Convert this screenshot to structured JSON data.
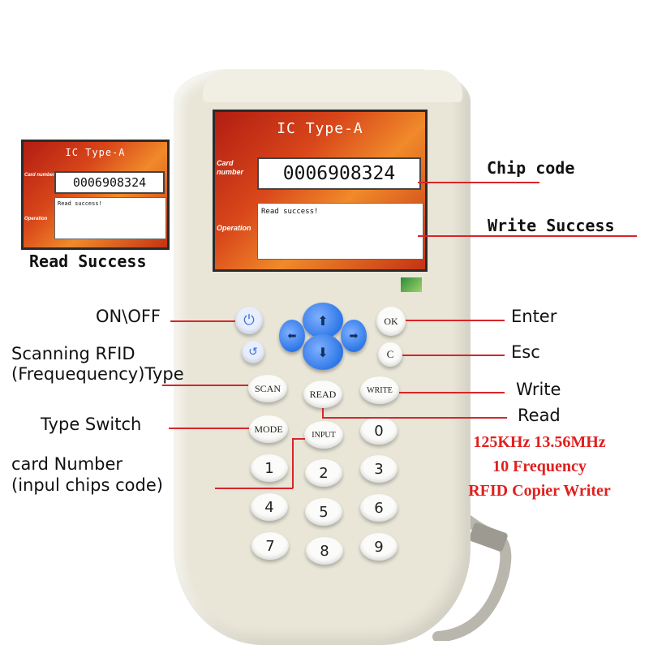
{
  "small_screen": {
    "title": "IC Type-A",
    "chip_code": "0006908324",
    "card_label": "Card number",
    "operation_label": "Operation",
    "message": "Read success!",
    "caption": "Read Success"
  },
  "main_screen": {
    "title": "IC Type-A",
    "chip_code": "0006908324",
    "card_label": "Card number",
    "operation_label": "Operation",
    "message": "Read success!"
  },
  "callouts": {
    "chip_code": "Chip code",
    "write_success": "Write Success",
    "on_off": "ON\\OFF",
    "scanning_line1": "Scanning RFID",
    "scanning_line2": "(Frequequency)Type",
    "type_switch": "Type Switch",
    "card_number_line1": "card Number",
    "card_number_line2": "(inpul chips code)",
    "enter": "Enter",
    "esc": "Esc",
    "write": "Write",
    "read": "Read"
  },
  "product_text": {
    "line1": "125KHz 13.56MHz",
    "line2": "10 Frequency",
    "line3": "RFID Copier Writer"
  },
  "buttons": {
    "power": "⏻",
    "back": "↺",
    "ok": "OK",
    "c": "C",
    "up": "⬆",
    "down": "⬇",
    "left": "⬅",
    "right": "➡",
    "scan": "SCAN",
    "read": "READ",
    "write": "WRITE",
    "mode": "MODE",
    "input": "INPUT",
    "zero": "0",
    "one": "1",
    "two": "2",
    "three": "3",
    "four": "4",
    "five": "5",
    "six": "6",
    "seven": "7",
    "eight": "8",
    "nine": "9"
  },
  "colors": {
    "callout_line": "#d8252a",
    "product_text": "#e0201f",
    "dpad": "#2f78e8",
    "device_body": "#e9e6d8"
  }
}
